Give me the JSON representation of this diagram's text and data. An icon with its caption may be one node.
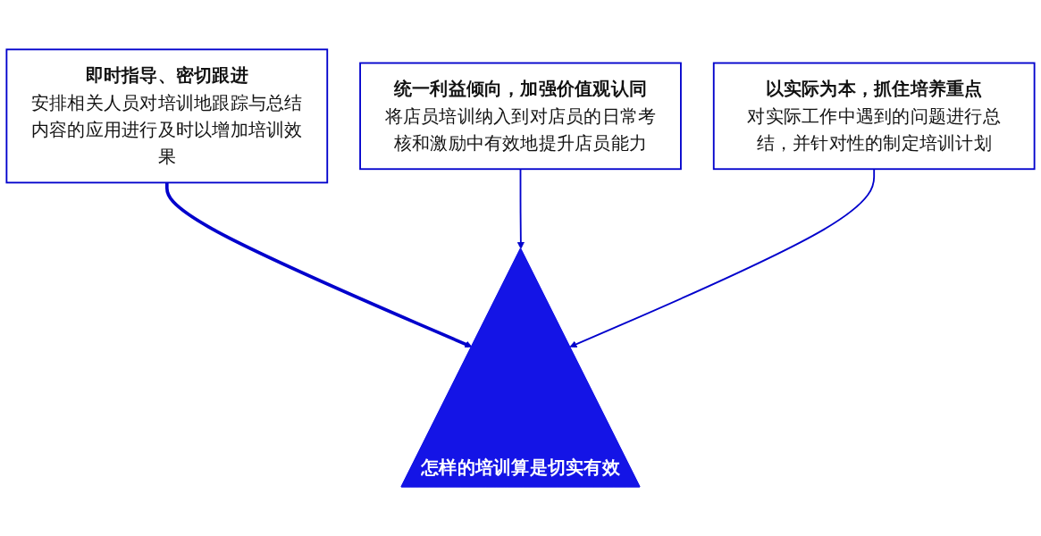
{
  "diagram": {
    "nodes": [
      {
        "text": [
          "即时指导、密切跟进",
          "安排相关人员对培训地跟踪与总结",
          "内容的应用进行及时以增加培训效果"
        ]
      },
      {
        "text": [
          "统一利益倾向，加强价值观认同",
          "将店员培训纳入到对店员的日常考核和激励中有效地提升店员能力"
        ]
      },
      {
        "text": [
          "以实际为本，抓住培养重点",
          "对实际工作中遇到的问题进行总结，并针对性的制定培训计划"
        ]
      },
      {
        "text": [
          "怎样的培训算是切实有效"
        ]
      }
    ],
    "edges": [
      {
        "from": 0,
        "to": 3,
        "arrow": "to",
        "style": "thick"
      },
      {
        "from": 1,
        "to": 3,
        "arrow": "to"
      },
      {
        "from": 2,
        "to": 3,
        "arrow": "to"
      }
    ]
  }
}
